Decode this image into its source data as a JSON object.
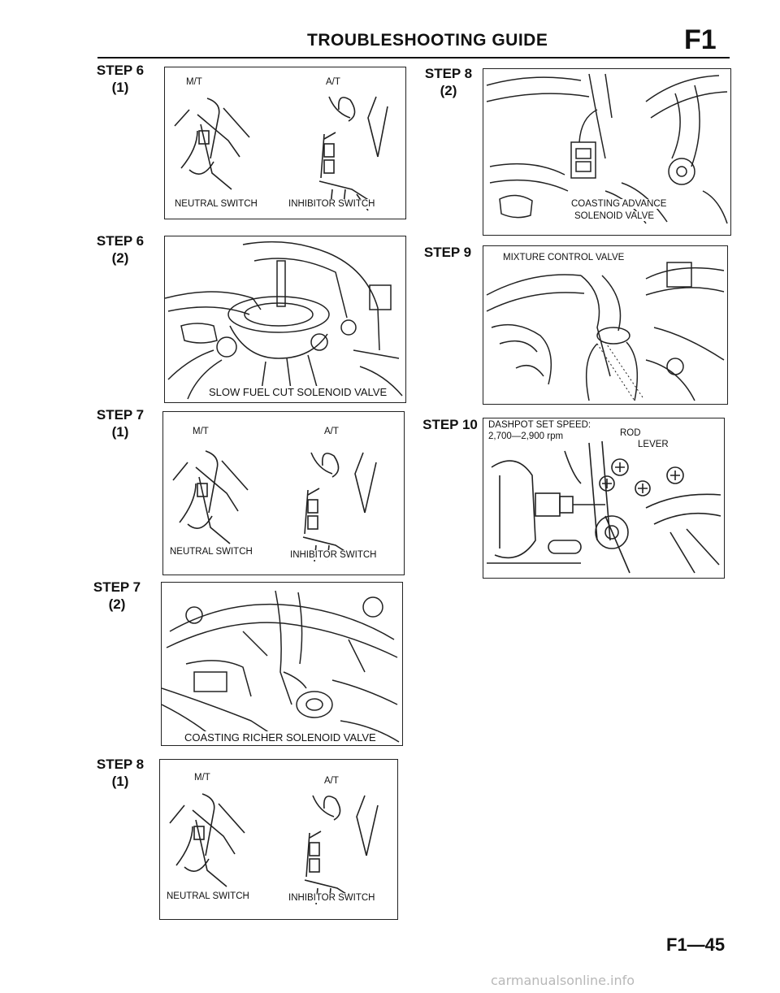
{
  "header": {
    "title": "TROUBLESHOOTING GUIDE",
    "section": "F1"
  },
  "steps": {
    "s6_1": {
      "step": "STEP 6",
      "sub": "(1)",
      "mt": "M/T",
      "at": "A/T",
      "left_caption": "NEUTRAL SWITCH",
      "right_caption": "INHIBITOR SWITCH"
    },
    "s6_2": {
      "step": "STEP 6",
      "sub": "(2)",
      "caption": "SLOW FUEL CUT SOLENOID VALVE"
    },
    "s7_1": {
      "step": "STEP 7",
      "sub": "(1)",
      "mt": "M/T",
      "at": "A/T",
      "left_caption": "NEUTRAL SWITCH",
      "right_caption": "INHIBITOR SWITCH"
    },
    "s7_2": {
      "step": "STEP 7",
      "sub": "(2)",
      "caption": "COASTING RICHER SOLENOID VALVE"
    },
    "s8_1": {
      "step": "STEP 8",
      "sub": "(1)",
      "mt": "M/T",
      "at": "A/T",
      "left_caption": "NEUTRAL SWITCH",
      "right_caption": "INHIBITOR SWITCH"
    },
    "s8_2": {
      "step": "STEP 8",
      "sub": "(2)",
      "caption_line1": "COASTING ADVANCE",
      "caption_line2": "SOLENOID VALVE"
    },
    "s9": {
      "step": "STEP 9",
      "caption": "MIXTURE CONTROL VALVE"
    },
    "s10": {
      "step": "STEP 10",
      "caption_line1": "DASHPOT SET SPEED:",
      "caption_line2": "2,700—2,900 rpm",
      "rod": "ROD",
      "lever": "LEVER"
    }
  },
  "footer": {
    "page_number": "F1—45",
    "watermark": "carmanualsonline.info"
  }
}
